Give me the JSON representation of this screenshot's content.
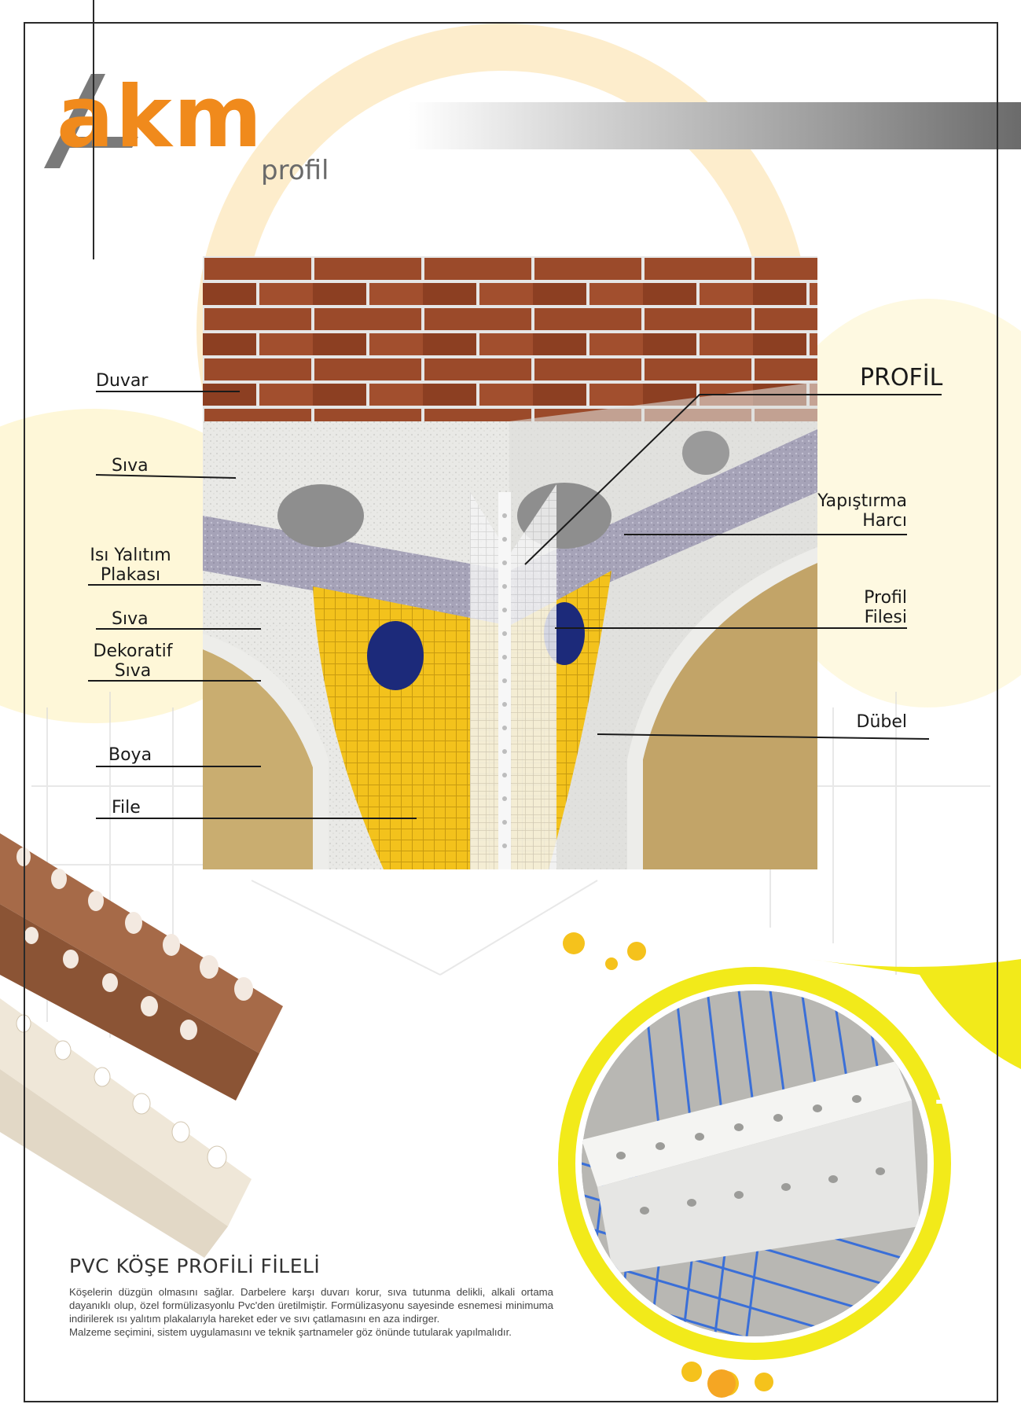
{
  "brand": {
    "logo_text": "akm",
    "logo_sub": "profil",
    "accent": "#f08a1c"
  },
  "labels": {
    "duvar": "Duvar",
    "siva_1": "Sıva",
    "isi_yalitim_1": "Isı Yalıtım",
    "isi_yalitim_2": "Plakası",
    "siva_2": "Sıva",
    "dekoratif_1": "Dekoratif",
    "dekoratif_2": "Sıva",
    "boya": "Boya",
    "file": "File",
    "profil": "PROFİL",
    "yapistirma_1": "Yapıştırma",
    "yapistirma_2": "Harcı",
    "profil_filesi_1": "Profil",
    "profil_filesi_2": "Filesi",
    "dubel": "Dübel"
  },
  "product": {
    "title": "PVC KÖŞE PROFİLİ FİLELİ",
    "body": "Köşelerin düzgün olmasını sağlar. Darbelere karşı duvarı korur, sıva tutunma delikli, alkali ortama dayanıklı olup, özel formülizasyonlu Pvc'den üretilmiştir. Formülizasyonu sayesinde esnemesi minimuma indirilerek ısı yalıtım plakalarıyla hareket eder ve sıvı çatlamasını en aza indirger.",
    "body2": "Malzeme seçimini, sistem uygulamasını ve teknik şartnameler göz önünde tutularak yapılmalıdır."
  },
  "icons": {
    "plus": "+"
  },
  "colors": {
    "yellow": "#f2ea1a",
    "orange": "#f5a623",
    "brick": "#9b4a2a",
    "mesh": "#f0c419",
    "mesh_blue": "#3a6fd8"
  }
}
